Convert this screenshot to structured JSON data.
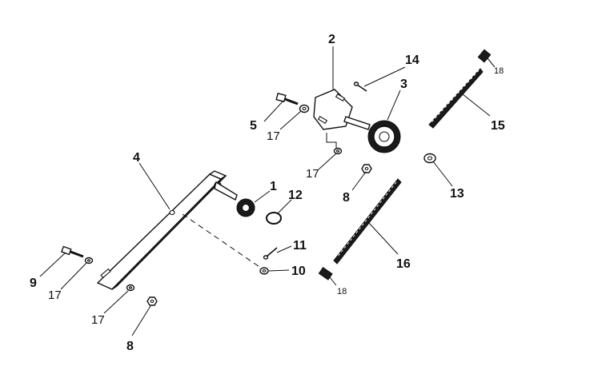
{
  "callouts": {
    "c1": "1",
    "c2": "2",
    "c3": "3",
    "c4": "4",
    "c5": "5",
    "c8a": "8",
    "c8b": "8",
    "c9": "9",
    "c10": "10",
    "c11": "11",
    "c12": "12",
    "c13": "13",
    "c14": "14",
    "c15": "15",
    "c16": "16",
    "c17a": "17",
    "c17b": "17",
    "c17c": "17",
    "c17d": "17",
    "c18a": "18",
    "c18b": "18"
  }
}
